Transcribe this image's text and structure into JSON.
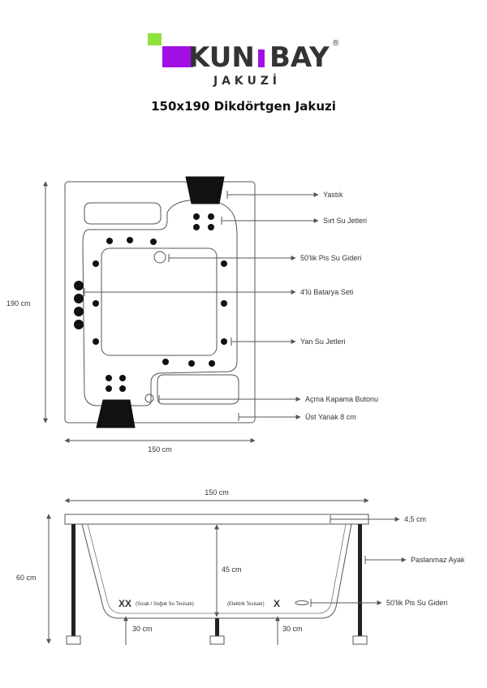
{
  "brand": {
    "name_part1": "KUN",
    "name_part2": "BAY",
    "registered": "®",
    "subtitle": "J A K U Z İ",
    "colors": {
      "purple": "#a10fe6",
      "green": "#8fe23b"
    }
  },
  "title": "150x190 Dikdörtgen Jakuzi",
  "top_view": {
    "height_dim": "190 cm",
    "width_dim": "150 cm",
    "labels": [
      "Yastık",
      "Sırt Su Jetleri",
      "50'lik Pis Su Gideri",
      "4'lü Batarya Seti",
      "Yan Su Jetleri",
      "Açma Kapama Butonu",
      "Üst Yanak 8 cm"
    ]
  },
  "side_view": {
    "width_dim": "150 cm",
    "height_dim": "60 cm",
    "depth_dim": "45 cm",
    "rim_dim": "4,5 cm",
    "legs_label": "Paslanmaz Ayak",
    "drain_label": "50'lik Pis Su Gideri",
    "water_mark": "XX",
    "water_note": "(Sıcak / Soğuk Su Tesisatı)",
    "electric_note": "(Elektrik Tesisatı)",
    "electric_mark": "X",
    "left_height": "30 cm",
    "right_height": "30 cm"
  }
}
